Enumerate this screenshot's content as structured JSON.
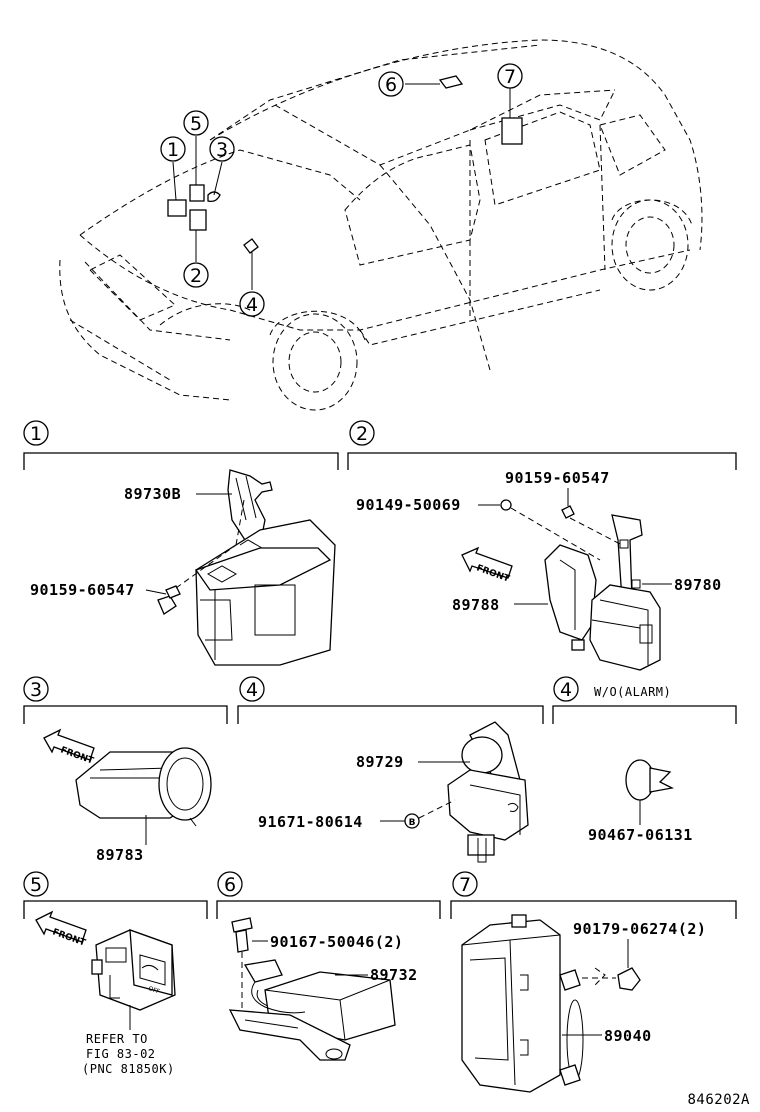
{
  "callouts": {
    "c1": "1",
    "c2": "2",
    "c3": "3",
    "c4": "4",
    "c5": "5",
    "c6": "6",
    "c7": "7"
  },
  "sections": {
    "s1": "1",
    "s2": "2",
    "s3": "3",
    "s4a": "4",
    "s4b": "4",
    "s5": "5",
    "s6": "6",
    "s7": "7",
    "s4b_note": "W/O(ALARM)"
  },
  "parts": {
    "p_89730B": "89730B",
    "p_90159_60547_a": "90159-60547",
    "p_90159_60547_b": "90159-60547",
    "p_90149_50069": "90149-50069",
    "p_89780": "89780",
    "p_89788": "89788",
    "p_89783": "89783",
    "p_89729": "89729",
    "p_91671_80614": "91671-80614",
    "p_90467_06131": "90467-06131",
    "p_90167_50046": "90167-50046(2)",
    "p_89732": "89732",
    "p_90179_06274": "90179-06274(2)",
    "p_89040": "89040"
  },
  "front_labels": {
    "f2": "FRONT",
    "f3": "FRONT",
    "f5": "FRONT"
  },
  "washer_mark": "B",
  "refer": {
    "line1": "REFER TO",
    "line2": "FIG 83-02",
    "line3": "(PNC 81850K)"
  },
  "figure_id": "846202A"
}
